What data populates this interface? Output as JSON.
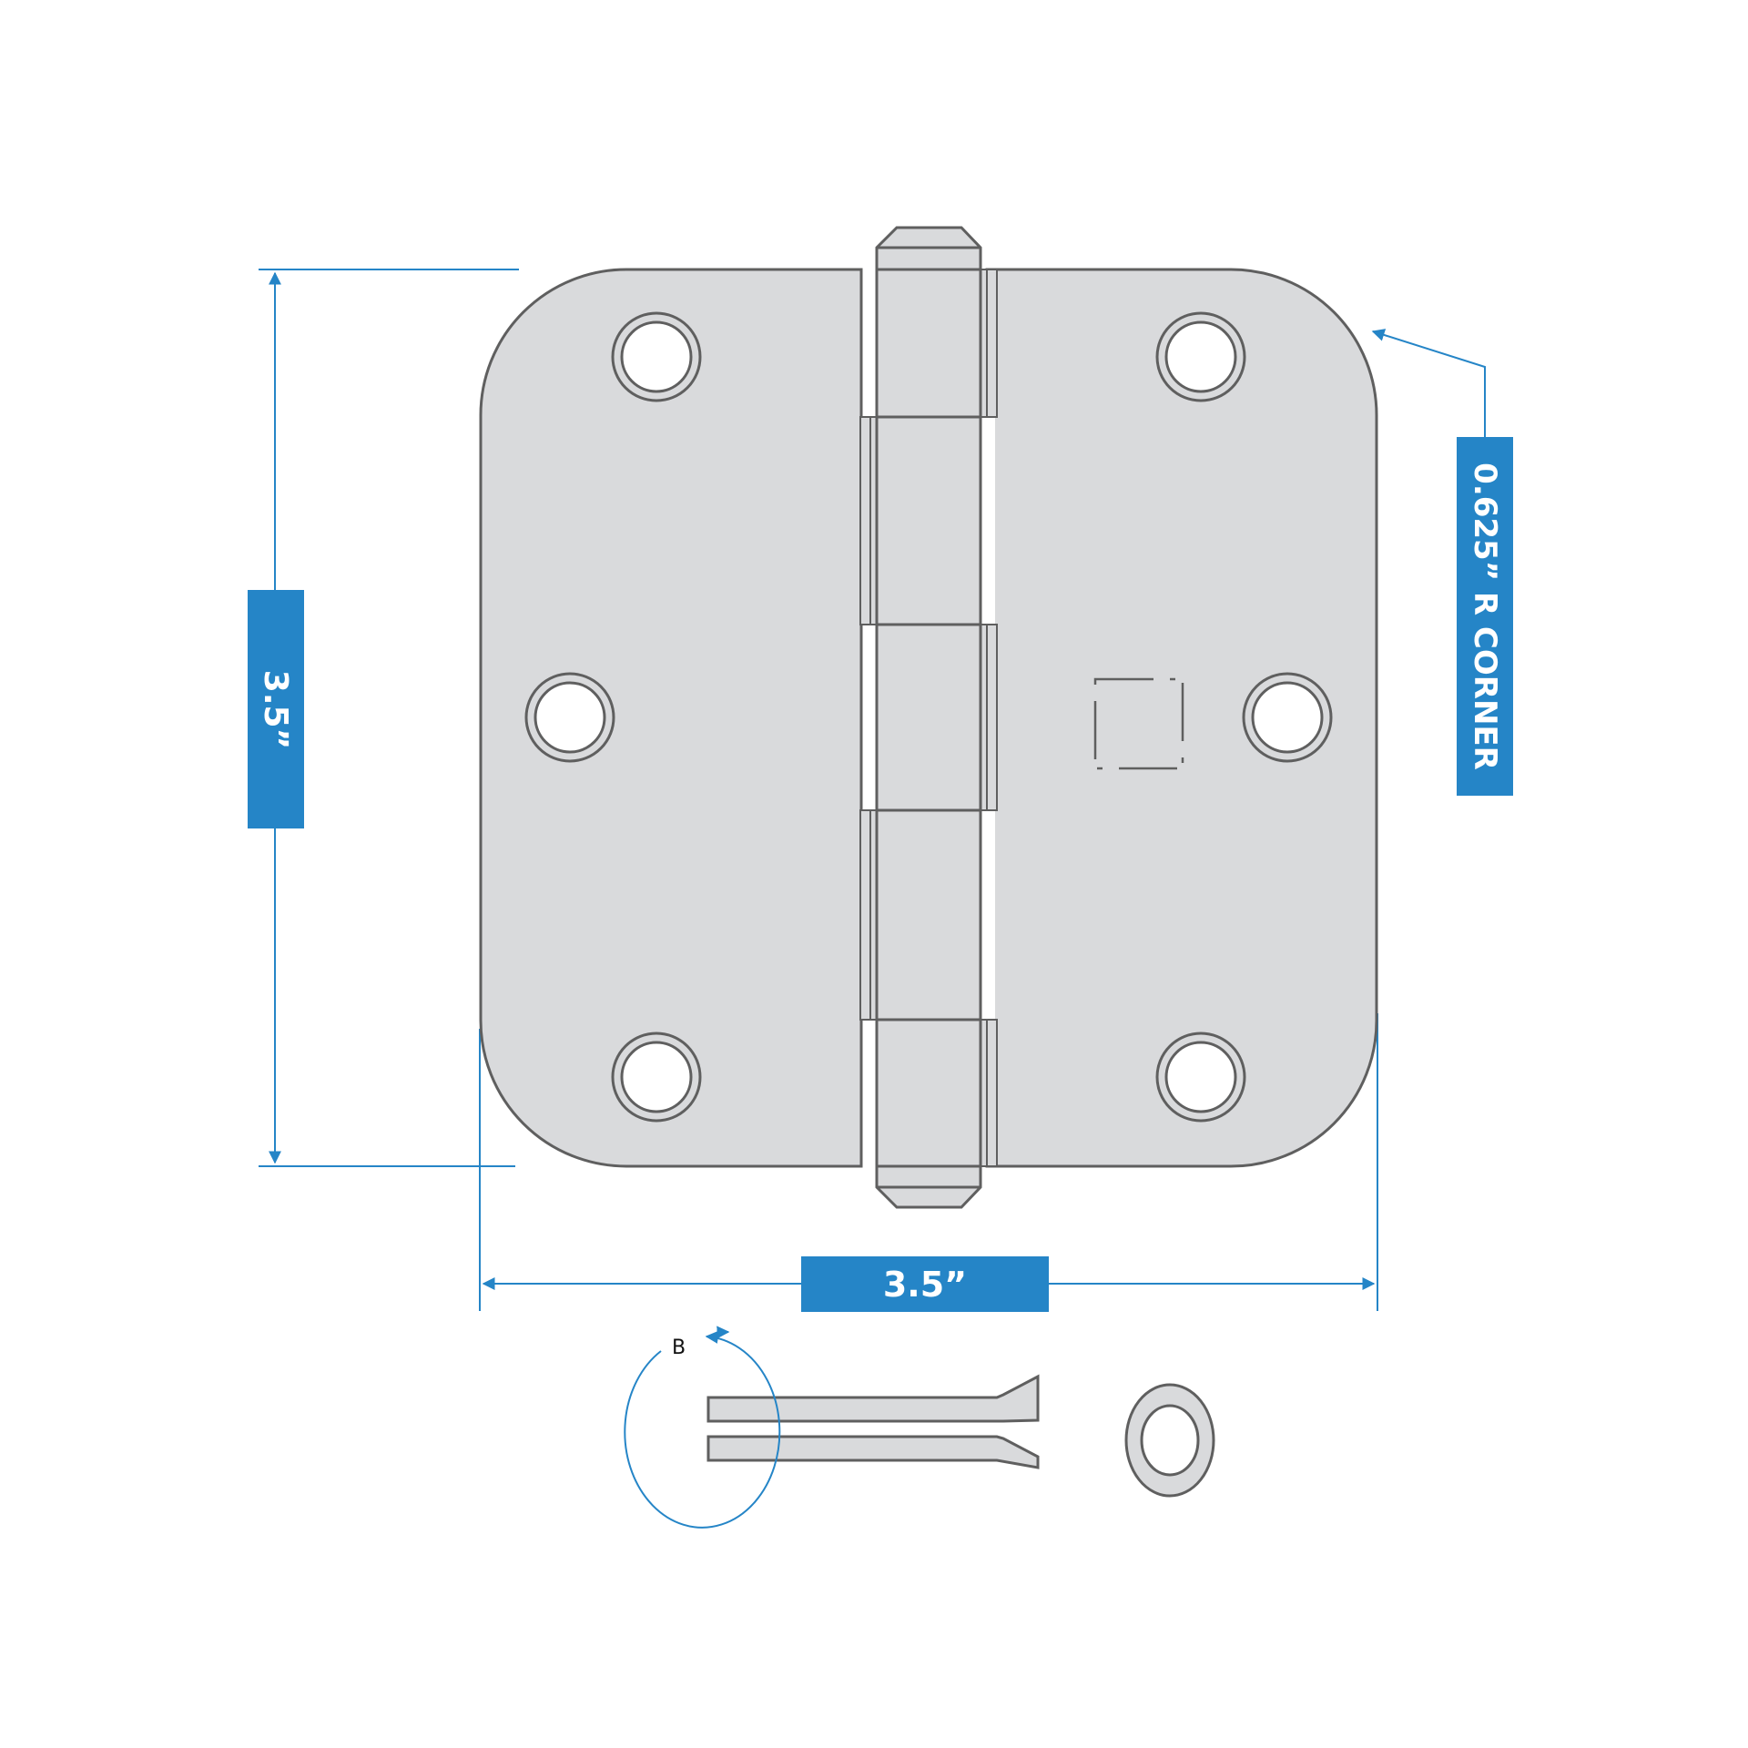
{
  "diagram": {
    "subject": "Door hinge with removable pin",
    "colors": {
      "dimension_blue": "#2585c7",
      "outline_gray": "#5f5f5f",
      "fill_gray": "#d9dadc",
      "hole_fill": "#ffffff",
      "background": "#ffffff"
    },
    "dimensions": {
      "height": {
        "label": "3.5”",
        "orientation": "vertical"
      },
      "width": {
        "label": "3.5”",
        "orientation": "horizontal"
      },
      "corner": {
        "label": "0.625” R CORNER",
        "orientation": "vertical",
        "points_to": "top-right rounded corner"
      }
    },
    "hinge": {
      "leaves": 2,
      "screw_holes_per_leaf": 3,
      "knuckles": 5,
      "features": [
        "rounded corners",
        "dashed square mark on right leaf",
        "chamfered pin tips"
      ]
    },
    "pin": {
      "callout_label": "B",
      "type": "cotter pin",
      "rotation_arrow": "counterclockwise around pin tip"
    }
  }
}
